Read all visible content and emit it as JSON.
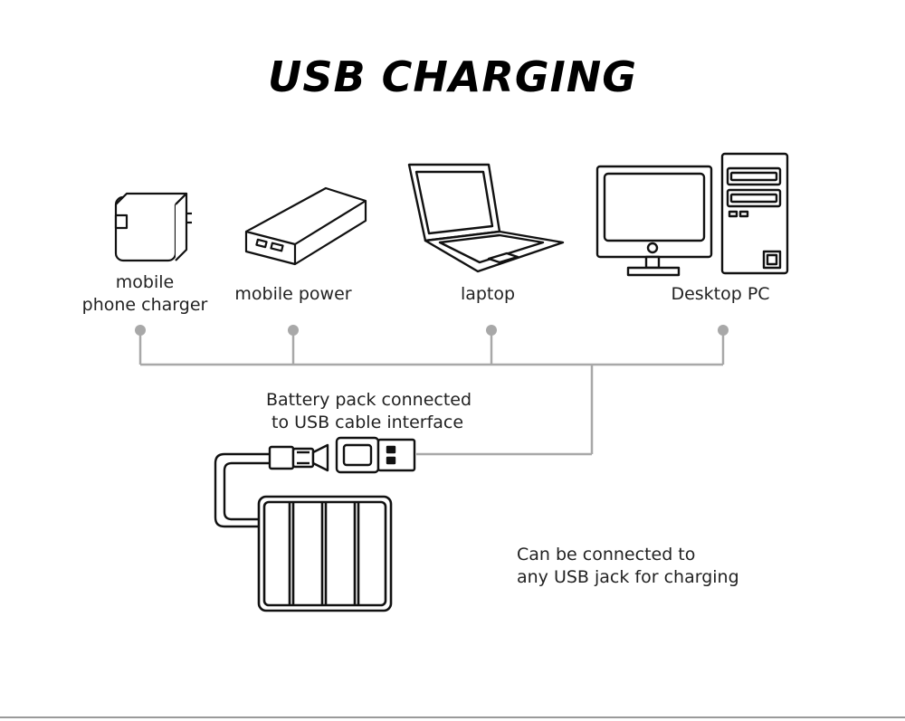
{
  "title": "USB CHARGING",
  "devices": [
    {
      "icon": "wall-charger-icon",
      "label_lines": [
        "mobile",
        "phone charger"
      ]
    },
    {
      "icon": "power-bank-icon",
      "label": "mobile power"
    },
    {
      "icon": "laptop-icon",
      "label": "laptop"
    },
    {
      "icon": "desktop-pc-icon",
      "label": "Desktop PC"
    }
  ],
  "battery_caption": [
    "Battery pack connected",
    "to USB cable interface"
  ],
  "usb_note": [
    "Can be connected to",
    "any USB jack for charging"
  ],
  "battery_pack": {
    "icon": "battery-pack-icon",
    "cells": 4
  },
  "colors": {
    "connector_line": "#a8a8a8",
    "icon_stroke": "#111111"
  }
}
